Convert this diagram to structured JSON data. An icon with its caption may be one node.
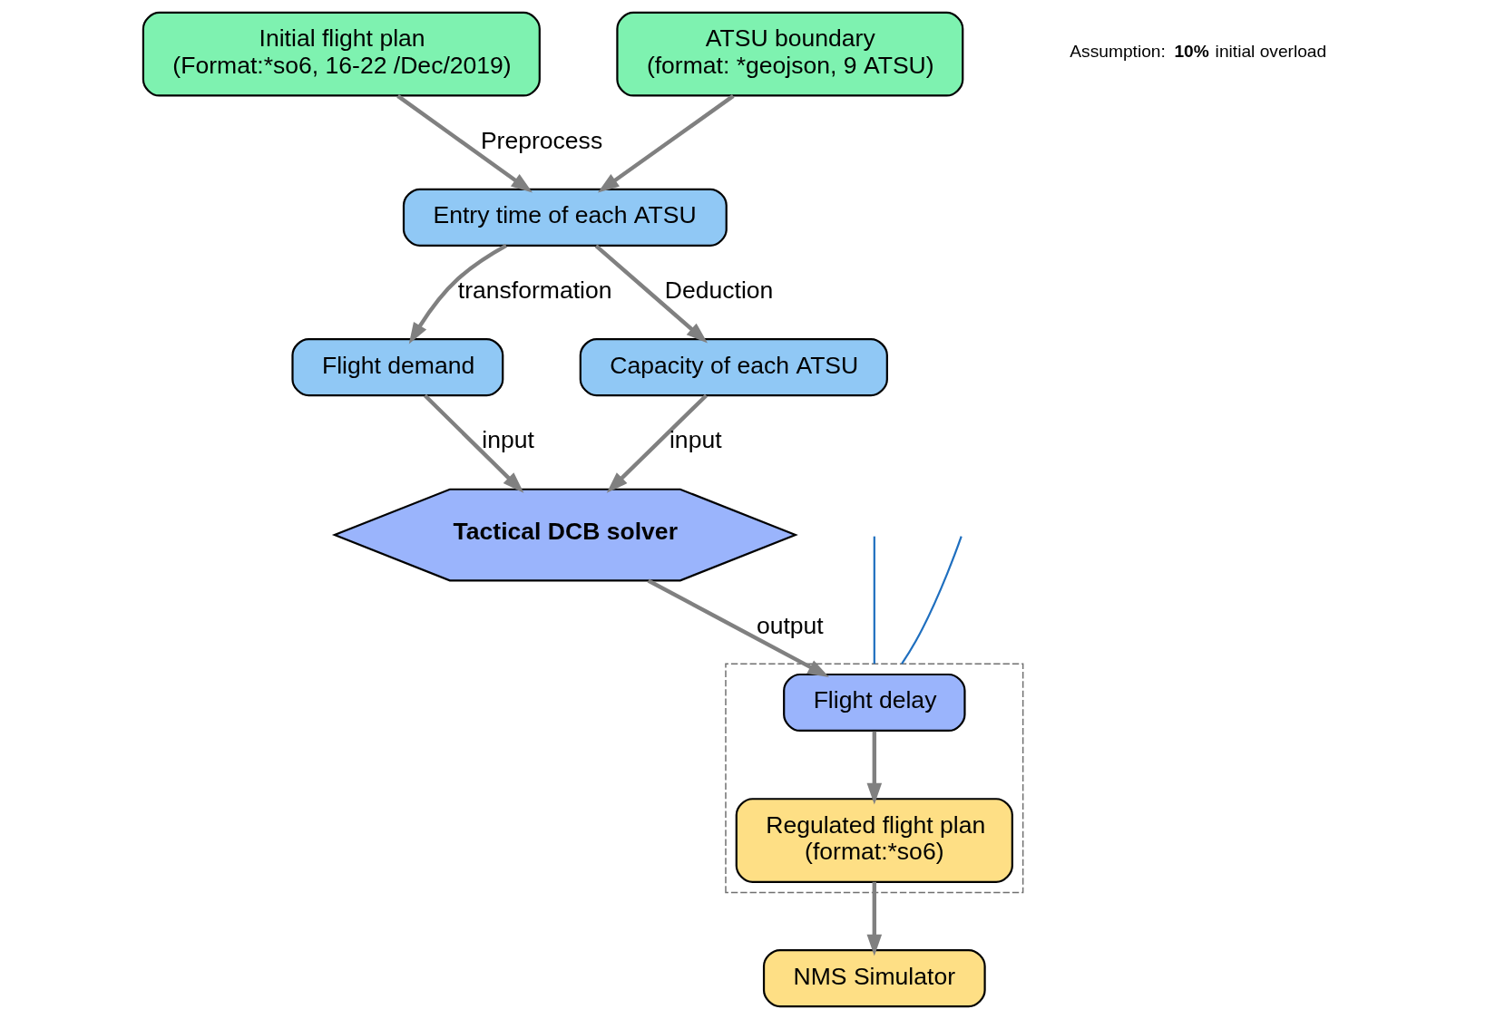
{
  "diagram": {
    "nodes": [
      {
        "text": [
          "Initial flight plan",
          "(Format:*so6, 16-22 /Dec/2019)"
        ]
      },
      {
        "text": [
          "ATSU boundary",
          "(format: *geojson, 9 ATSU)"
        ]
      },
      {
        "text": [
          "Entry time of each ATSU"
        ]
      },
      {
        "text": [
          "Flight demand"
        ]
      },
      {
        "text": [
          "Capacity of each ATSU"
        ]
      },
      {
        "text": [
          "Tactical DCB solver"
        ]
      },
      {
        "text": [],
        "shape": "box"
      },
      {
        "text": [
          "Flight delay"
        ],
        "in": 6
      },
      {
        "text": [
          "Regulated flight plan",
          "(format:*so6)"
        ],
        "in": 6
      },
      {
        "text": [
          "NMS Simulator"
        ]
      }
    ],
    "edges": [
      {
        "from": 0,
        "to": 2,
        "arrow": "to",
        "label": "Preprocess"
      },
      {
        "from": 1,
        "to": 2,
        "arrow": "to"
      },
      {
        "from": 2,
        "to": 3,
        "arrow": "to",
        "label": "transformation"
      },
      {
        "from": 2,
        "to": 4,
        "arrow": "to",
        "label": "Deduction"
      },
      {
        "from": 3,
        "to": 5,
        "arrow": "to",
        "label": "input"
      },
      {
        "from": 4,
        "to": 5,
        "arrow": "to",
        "label": "input"
      },
      {
        "from": 5,
        "to": 7,
        "arrow": "to",
        "label": "output"
      },
      {
        "from": 7,
        "to": 8,
        "arrow": "to"
      },
      {
        "from": 8,
        "to": 9,
        "arrow": "to"
      },
      {
        "from": null,
        "to": 6,
        "arrow": "none",
        "color": "#1f6fbf"
      },
      {
        "from": null,
        "to": 6,
        "arrow": "none",
        "color": "#1f6fbf"
      }
    ],
    "labels": [
      "Assumption: **10%** initial overload"
    ]
  }
}
